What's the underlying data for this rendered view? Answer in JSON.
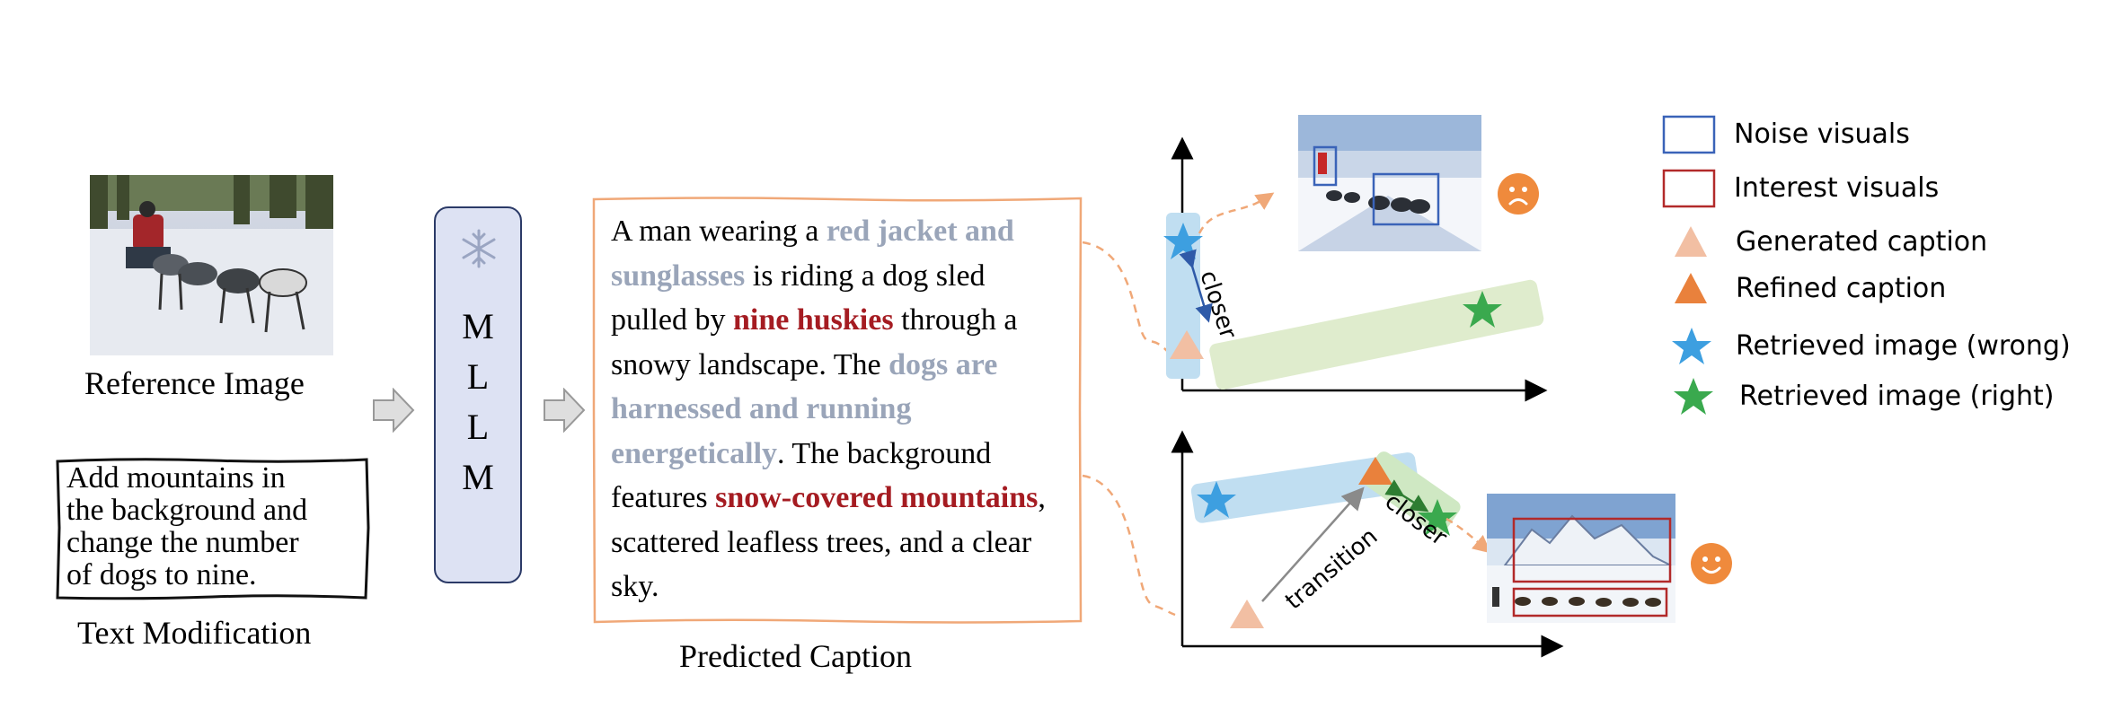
{
  "reference_image": {
    "label": "Reference Image"
  },
  "text_modification": {
    "lines": [
      "Add mountains in",
      "the background and",
      "change the number",
      "of dogs to nine."
    ],
    "label": "Text Modification"
  },
  "mllm": {
    "letters": [
      "M",
      "L",
      "L",
      "M"
    ],
    "icon": "snowflake-icon"
  },
  "predicted_caption": {
    "label": "Predicted Caption",
    "segments": [
      {
        "text": "A man wearing a ",
        "style": "plain"
      },
      {
        "text": "red jacket and sunglasses",
        "style": "noise"
      },
      {
        "text": " is riding a dog sled pulled by ",
        "style": "plain"
      },
      {
        "text": "nine huskies",
        "style": "interest"
      },
      {
        "text": " through a snowy landscape. The ",
        "style": "plain"
      },
      {
        "text": "dogs are harnessed and running energetically",
        "style": "noise"
      },
      {
        "text": ". The background features ",
        "style": "plain"
      },
      {
        "text": "snow-covered mountains",
        "style": "interest"
      },
      {
        "text": ", scattered leafless trees, and a clear sky.",
        "style": "plain"
      }
    ]
  },
  "plots": {
    "top": {
      "arrow_label": "closer",
      "face": "sad-face-icon"
    },
    "bottom": {
      "transition_label": "transition",
      "closer_label": "closer",
      "face": "happy-face-icon"
    }
  },
  "legend": {
    "items": [
      {
        "label": "Noise visuals",
        "icon": "blue-square-icon"
      },
      {
        "label": "Interest visuals",
        "icon": "red-square-icon"
      },
      {
        "label": "Generated caption",
        "icon": "light-triangle-icon"
      },
      {
        "label": "Refined caption",
        "icon": "orange-triangle-icon"
      },
      {
        "label": "Retrieved image (wrong)",
        "icon": "blue-star-icon"
      },
      {
        "label": "Retrieved image (right)",
        "icon": "green-star-icon"
      }
    ]
  },
  "colors": {
    "noise_text": "#9aa5b9",
    "interest_text": "#a51c22",
    "noise_box": "#3a63b8",
    "interest_box": "#b22a2a",
    "generated_triangle": "#f2bfa3",
    "refined_triangle": "#e9813c",
    "wrong_star": "#3d9fe0",
    "right_star": "#3aa94e",
    "mllm_fill": "#dde2f3",
    "caption_border": "#f0a878"
  }
}
